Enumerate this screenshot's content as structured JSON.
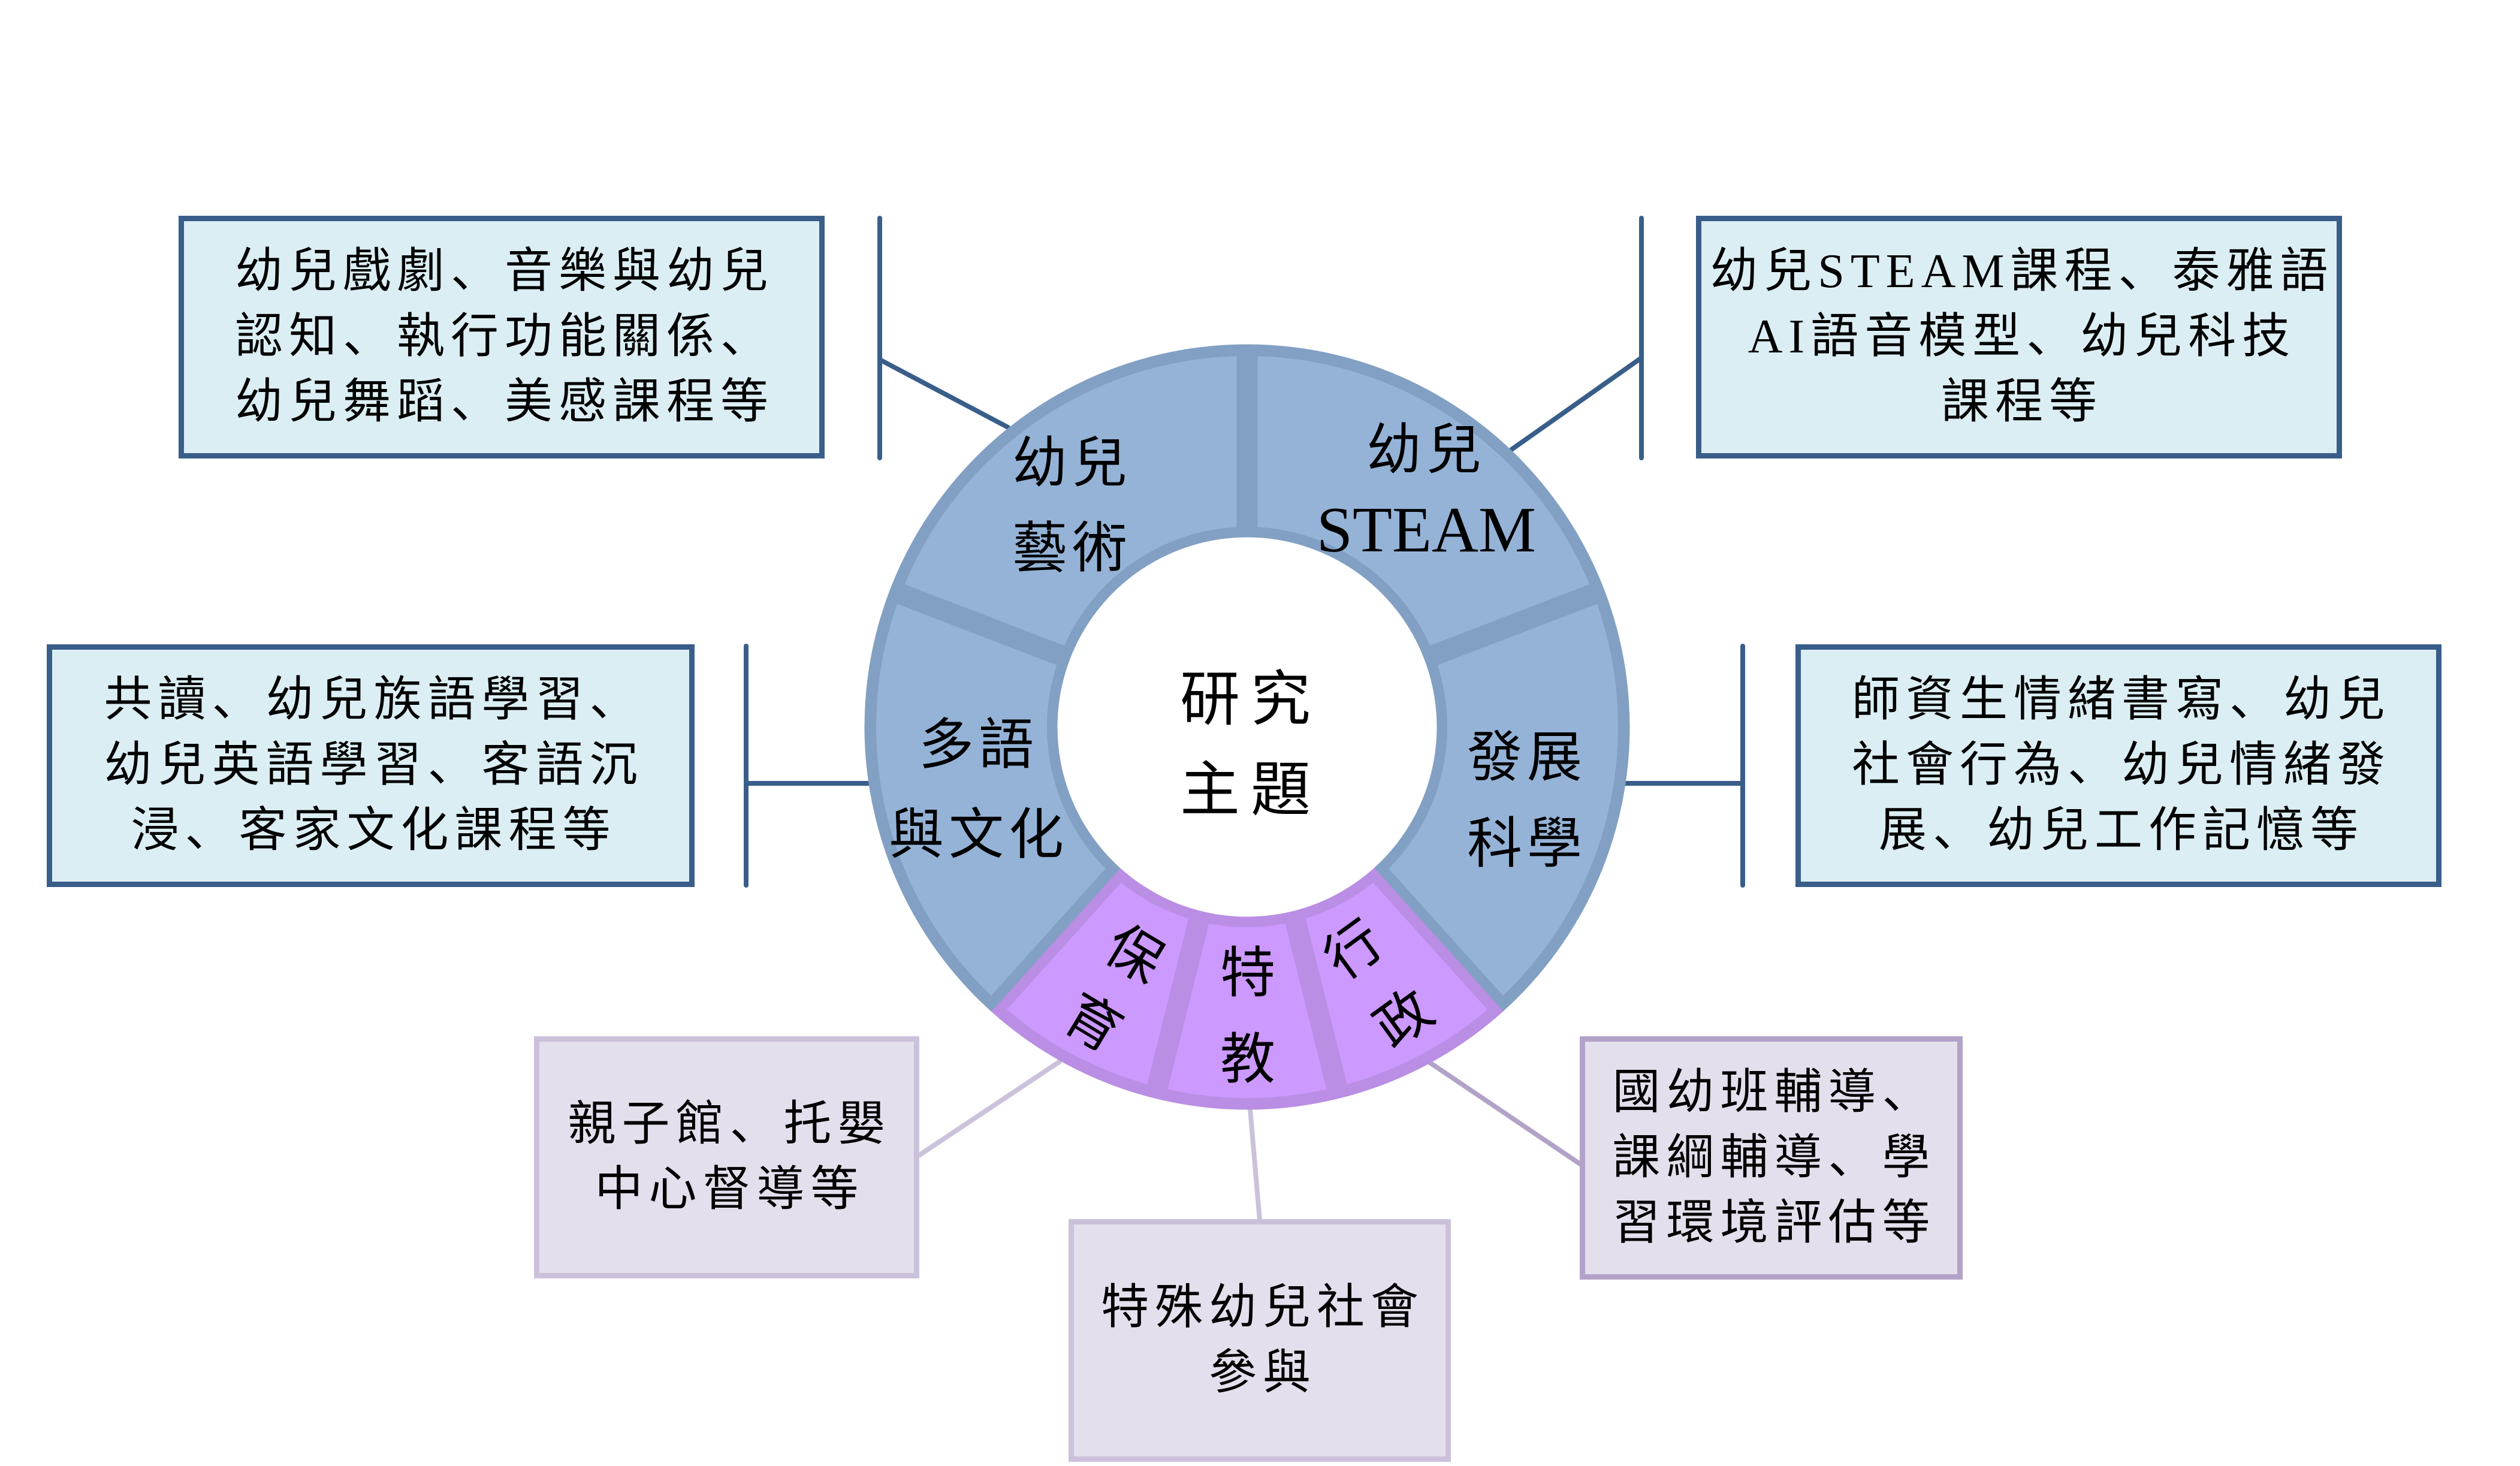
{
  "colors": {
    "primary_segment_fill": "#95B3D7",
    "primary_segment_border": "#82A0C3",
    "secondary_segment_fill": "#CC99FF",
    "secondary_segment_border": "#B98EE4",
    "primary_box_fill": "#DBEEF3",
    "primary_box_border": "#395E8A",
    "secondary_box_fill": "#E4DFEC",
    "secondary_box_border": "#CCC1DA",
    "secondary_box_border_strong": "#B2A2C8",
    "text": "#000000"
  },
  "center": {
    "lines": [
      "研究",
      "主題"
    ]
  },
  "segments": [
    {
      "key": "arts",
      "group": "primary",
      "lines": [
        "幼兒",
        "藝術"
      ]
    },
    {
      "key": "steam",
      "group": "primary",
      "lines": [
        "幼兒",
        "STEAM"
      ]
    },
    {
      "key": "development_science",
      "group": "primary",
      "lines": [
        "發展",
        "科學"
      ]
    },
    {
      "key": "administration",
      "group": "secondary",
      "lines": [
        "行",
        "政"
      ]
    },
    {
      "key": "special_education",
      "group": "secondary",
      "lines": [
        "特",
        "教"
      ]
    },
    {
      "key": "childcare",
      "group": "secondary",
      "lines": [
        "保",
        "育"
      ]
    },
    {
      "key": "multilingual_culture",
      "group": "primary",
      "lines": [
        "多語",
        "與文化"
      ]
    }
  ],
  "boxes": [
    {
      "key": "arts",
      "lines": [
        "幼兒戲劇、音樂與幼兒",
        "認知、執行功能關係、",
        "幼兒舞蹈、美感課程等"
      ]
    },
    {
      "key": "steam",
      "lines": [
        "幼兒STEAM課程、泰雅語",
        "AI語音模型、幼兒科技",
        "課程等"
      ]
    },
    {
      "key": "development_science",
      "lines": [
        "師資生情緒書寫、幼兒",
        "社會行為、幼兒情緒發",
        "展、幼兒工作記憶等"
      ]
    },
    {
      "key": "administration",
      "lines": [
        "國幼班輔導、",
        "課綱輔導、學",
        "習環境評估等"
      ]
    },
    {
      "key": "special_education",
      "lines": [
        "特殊幼兒社會",
        "參與"
      ]
    },
    {
      "key": "childcare",
      "lines": [
        "親子館、托嬰",
        "中心督導等"
      ]
    },
    {
      "key": "multilingual_culture",
      "lines": [
        "共讀、幼兒族語學習、",
        "幼兒英語學習、客語沉",
        "浸、客家文化課程等"
      ]
    }
  ]
}
